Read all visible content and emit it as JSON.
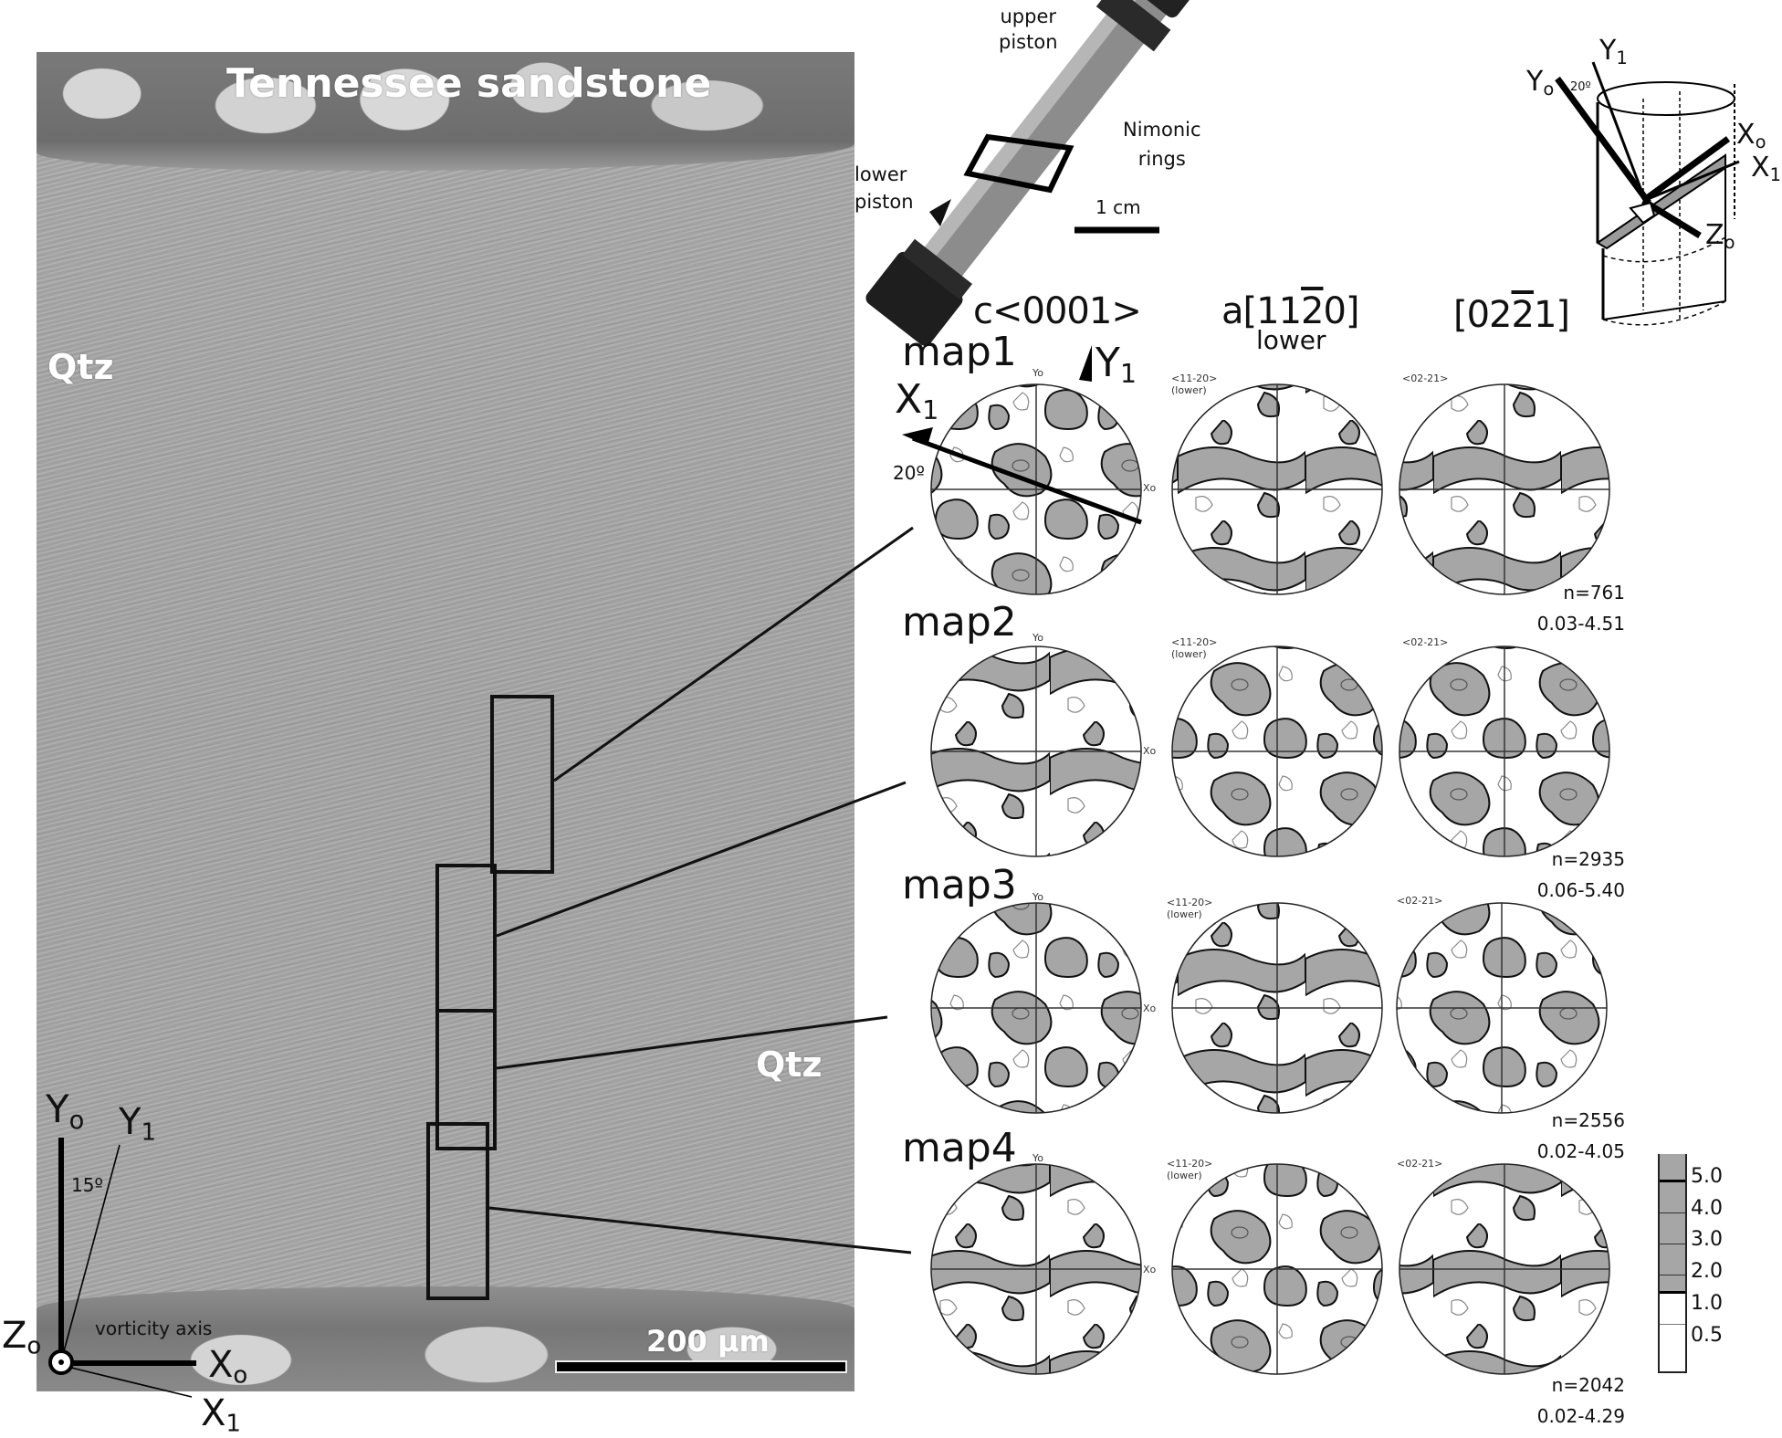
{
  "figure": {
    "micrograph": {
      "top_label": "Tennessee sandstone",
      "mineral_labels": [
        "Qtz",
        "Qtz"
      ],
      "scale_bar_label": "200 μm",
      "map_boxes": [
        "map1",
        "map2",
        "map3",
        "map4"
      ]
    },
    "axes_diagram": {
      "y0_label": "Y",
      "y0_sub": "o",
      "y1_label": "Y",
      "y1_sub": "1",
      "angle_label": "15º",
      "z0_label": "Z",
      "z0_sub": "o",
      "x0_label": "X",
      "x0_sub": "o",
      "x1_label": "X",
      "x1_sub": "1",
      "vorticity_label": "vorticity axis"
    },
    "sample_photo": {
      "upper_piston": "upper\npiston",
      "upper_piston_line1": "upper",
      "upper_piston_line2": "piston",
      "lower_piston_line1": "lower",
      "lower_piston_line2": "piston",
      "rings_line1": "Nimonic",
      "rings_line2": "rings",
      "scale_label": "1 cm"
    },
    "schematic": {
      "y0_label": "Y",
      "y0_sub": "o",
      "y1_label": "Y",
      "y1_sub": "1",
      "angle_label": "20º",
      "x0_label": "X",
      "x0_sub": "o",
      "x1_label": "X",
      "x1_sub": "1",
      "z0_label": "Z",
      "z0_sub": "o"
    },
    "columns": [
      {
        "header_prefix": "c",
        "header_index": "<0001>",
        "small_label": "",
        "small_label2": ""
      },
      {
        "header_prefix": "a",
        "header_index_part1": "[11",
        "header_index_bar": "2",
        "header_index_part2": "0]",
        "sub_header": "lower",
        "small_label": "<11-20>",
        "small_label2": "(lower)"
      },
      {
        "header_prefix": "",
        "header_index_part1": "[02",
        "header_index_bar": "2",
        "header_index_part2": "1]",
        "small_label": "<02-21>",
        "small_label2": ""
      }
    ],
    "stereonet_axis_labels": {
      "north": "Yo",
      "east": "Xo"
    },
    "map1_annotations": {
      "x1_label": "X",
      "x1_sub": "1",
      "y1_label": "Y",
      "y1_sub": "1",
      "angle_label": "20º"
    },
    "rows": [
      {
        "label": "map1",
        "n": "n=761",
        "range": "0.03-4.51"
      },
      {
        "label": "map2",
        "n": "n=2935",
        "range": "0.06-5.40"
      },
      {
        "label": "map3",
        "n": "n=2556",
        "range": "0.02-4.05"
      },
      {
        "label": "map4",
        "n": "n=2042",
        "range": "0.02-4.29"
      }
    ],
    "legend": {
      "values": [
        "5.0",
        "4.0",
        "3.0",
        "2.0",
        "1.0",
        "0.5"
      ],
      "fill_color_high": "#a6a6a6",
      "fill_color_low": "#ffffff"
    }
  }
}
